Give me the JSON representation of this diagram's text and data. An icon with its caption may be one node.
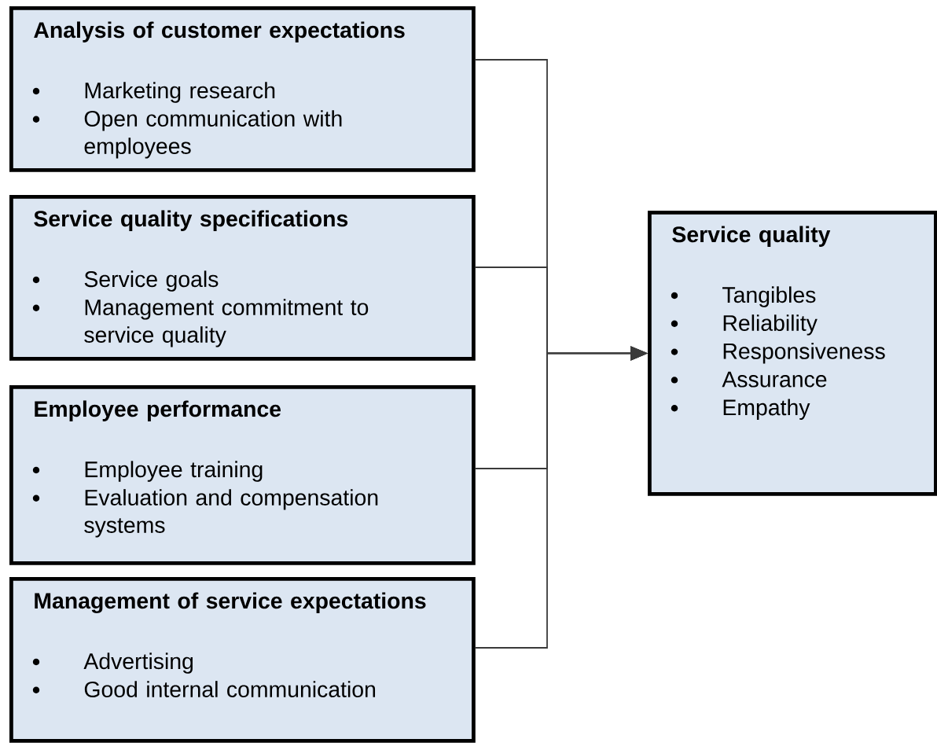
{
  "diagram": {
    "nodes": [
      {
        "text": [
          "Analysis of customer expectations",
          "Marketing research",
          "Open communication with employees"
        ]
      },
      {
        "text": [
          "Service quality specifications",
          "Service goals",
          "Management commitment to service quality"
        ]
      },
      {
        "text": [
          "Employee performance",
          "Employee training",
          "Evaluation and compensation systems"
        ]
      },
      {
        "text": [
          "Management of service expectations",
          "Advertising",
          "Good internal communication"
        ]
      },
      {
        "text": [
          "Service quality",
          "Tangibles",
          "Reliability",
          "Responsiveness",
          "Assurance",
          "Empathy"
        ]
      }
    ],
    "edges": [
      {
        "from": 0,
        "to": 4,
        "arrow": "to"
      },
      {
        "from": 1,
        "to": 4,
        "arrow": "to"
      },
      {
        "from": 2,
        "to": 4,
        "arrow": "to"
      },
      {
        "from": 3,
        "to": 4,
        "arrow": "to"
      }
    ]
  }
}
